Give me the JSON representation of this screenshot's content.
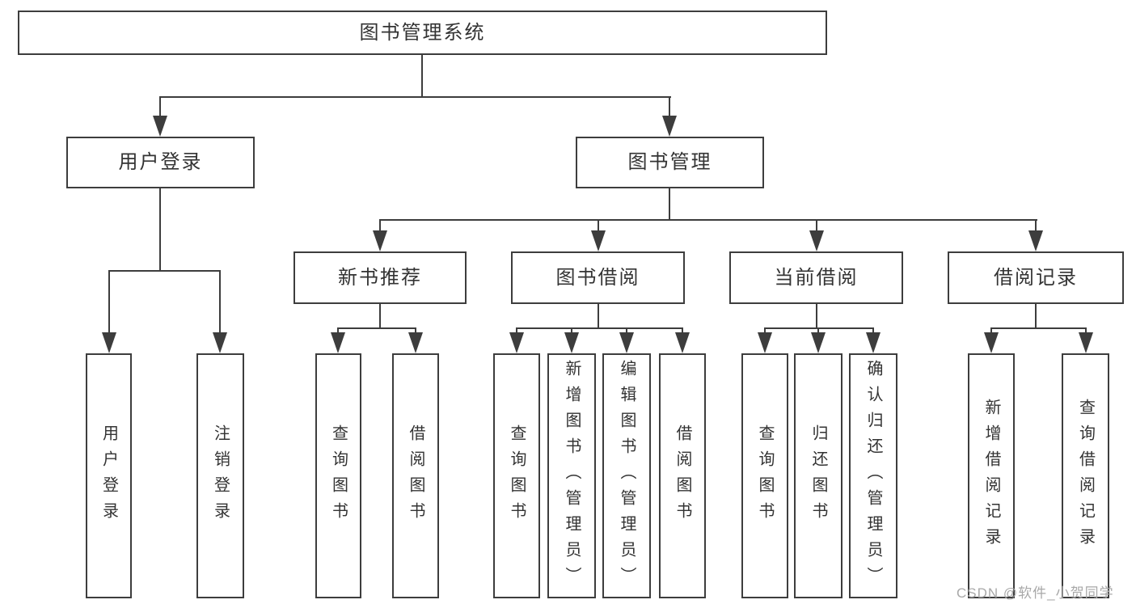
{
  "colors": {
    "line": "#3d3d3d",
    "text": "#333333",
    "boxbg": "#ffffff",
    "wm": "#a8a8a8"
  },
  "watermark": "CSDN @软件_小贺同学",
  "tree": {
    "root": {
      "label": "图书管理系统"
    },
    "branches": [
      {
        "label": "用户登录",
        "children": [
          "用户登录",
          "注销登录"
        ]
      },
      {
        "label": "图书管理",
        "sections": [
          {
            "label": "新书推荐",
            "children": [
              "查询图书",
              "借阅图书"
            ]
          },
          {
            "label": "图书借阅",
            "children": [
              "查询图书",
              "新增图书（管理员）",
              "编辑图书（管理员）",
              "借阅图书"
            ]
          },
          {
            "label": "当前借阅",
            "children": [
              "查询图书",
              "归还图书",
              "确认归还（管理员）"
            ]
          },
          {
            "label": "借阅记录",
            "children": [
              "新增借阅记录",
              "查询借阅记录"
            ]
          }
        ]
      }
    ]
  }
}
